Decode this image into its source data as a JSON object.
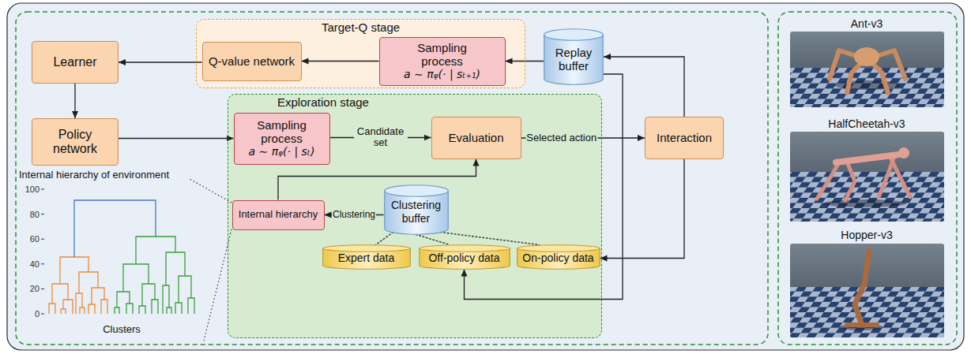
{
  "diagram": {
    "nodes": [
      {
        "text": [
          "Target-Q stage"
        ]
      },
      {
        "text": [
          "Learner"
        ]
      },
      {
        "text": [
          "Q-value network"
        ],
        "in": 0
      },
      {
        "text": [
          "Sampling process",
          "a ∼ πᵩ(· | sₜ₊₁)"
        ],
        "in": 0
      },
      {
        "text": [
          "Replay buffer"
        ]
      },
      {
        "text": [
          "Policy network"
        ]
      },
      {
        "text": [
          "Exploration stage"
        ]
      },
      {
        "text": [
          "Sampling process",
          "a ∼ πᵩ(· | sₜ)"
        ],
        "in": 6
      },
      {
        "text": [
          "Evaluation"
        ],
        "in": 6
      },
      {
        "text": [
          "Interaction"
        ]
      },
      {
        "text": [
          "Internal hierarchy"
        ],
        "in": 6
      },
      {
        "text": [
          "Clustering buffer"
        ],
        "in": 6
      },
      {
        "text": [
          "Expert data"
        ],
        "in": 6
      },
      {
        "text": [
          "Off-policy data"
        ],
        "in": 6
      },
      {
        "text": [
          "On-policy data"
        ],
        "in": 6
      }
    ],
    "edges": [
      {
        "from": 4,
        "to": 3,
        "arrow": "to"
      },
      {
        "from": 3,
        "to": 2,
        "arrow": "to"
      },
      {
        "from": 2,
        "to": 1,
        "arrow": "to"
      },
      {
        "from": 1,
        "to": 5,
        "arrow": "to"
      },
      {
        "from": 5,
        "to": 7,
        "arrow": "to"
      },
      {
        "from": 7,
        "to": 8,
        "arrow": "to",
        "label": "Candidate set"
      },
      {
        "from": 8,
        "to": 9,
        "arrow": "to",
        "label": "Selected action"
      },
      {
        "from": 9,
        "to": 4,
        "arrow": "to"
      },
      {
        "from": 11,
        "to": 10,
        "arrow": "to",
        "label": "Clustering"
      },
      {
        "from": 10,
        "to": 8,
        "arrow": "to"
      },
      {
        "from": 9,
        "to": 14,
        "arrow": "to"
      },
      {
        "from": 4,
        "to": 13,
        "arrow": "to"
      },
      {
        "from": 11,
        "to": 12,
        "arrow": "none"
      },
      {
        "from": 11,
        "to": 13,
        "arrow": "none"
      },
      {
        "from": 11,
        "to": 14,
        "arrow": "none"
      }
    ],
    "labels": [
      "Internal hierarchy of environment",
      "100",
      "80",
      "60",
      "40",
      "20",
      "0",
      "Clusters",
      "Ant-v3",
      "HalfCheetah-v3",
      "Hopper-v3"
    ]
  }
}
